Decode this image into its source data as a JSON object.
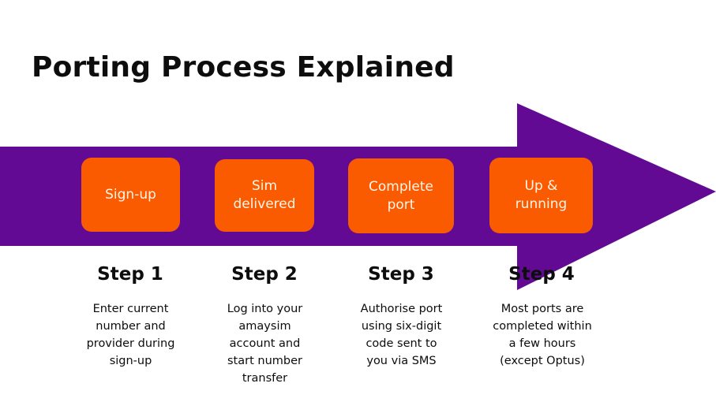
{
  "slide": {
    "title": "Porting Process Explained",
    "colors": {
      "arrow_purple": "#620a94",
      "box_orange": "#fa5a00",
      "box_text": "#fdf6e8",
      "text_black": "#0d0d0d",
      "background": "#ffffff"
    },
    "arrow": {
      "name": "right-arrow",
      "direction": "right"
    }
  },
  "steps": [
    {
      "box_label": "Sign-up",
      "number": "Step 1",
      "description": "Enter current\nnumber and\nprovider during\nsign-up"
    },
    {
      "box_label": "Sim\ndelivered",
      "number": "Step 2",
      "description": "Log into your\namaysim\naccount and\nstart number\ntransfer"
    },
    {
      "box_label": "Complete\nport",
      "number": "Step 3",
      "description": "Authorise port\nusing six-digit\ncode sent to\nyou via SMS"
    },
    {
      "box_label": "Up &\nrunning",
      "number": "Step 4",
      "description": "Most ports are\ncompleted within\na few hours\n(except Optus)"
    }
  ]
}
